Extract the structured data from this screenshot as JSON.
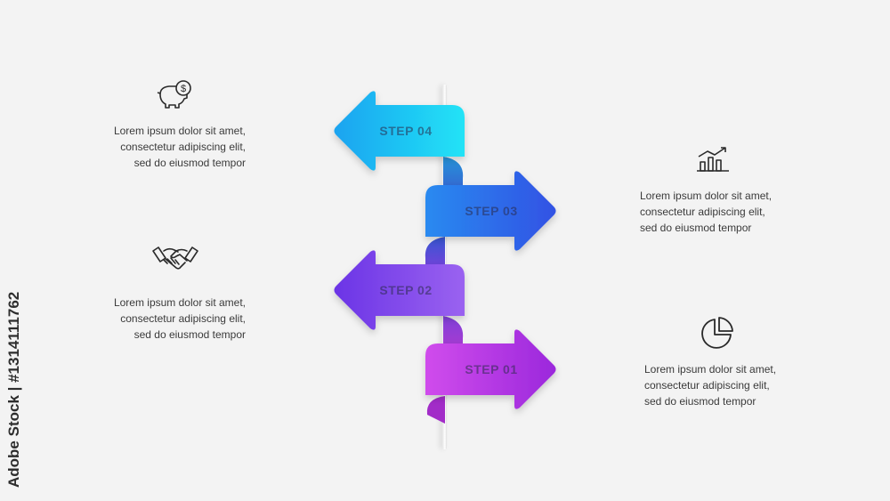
{
  "steps": [
    {
      "label": "STEP 04",
      "icon": "piggy-bank-icon",
      "text": [
        "Lorem ipsum dolor sit amet,",
        "consectetur adipiscing elit,",
        "sed do eiusmod tempor"
      ],
      "color_start": "#1aa3f0",
      "color_end": "#22e3f6"
    },
    {
      "label": "STEP 03",
      "icon": "bar-chart-growth-icon",
      "text": [
        "Lorem ipsum dolor sit amet,",
        "consectetur adipiscing elit,",
        "sed do eiusmod tempor"
      ],
      "color_start": "#2a75ee",
      "color_end": "#3157e6"
    },
    {
      "label": "STEP 02",
      "icon": "handshake-icon",
      "text": [
        "Lorem ipsum dolor sit amet,",
        "consectetur adipiscing elit,",
        "sed do eiusmod tempor"
      ],
      "color_start": "#7a3be8",
      "color_end": "#8f5cf0"
    },
    {
      "label": "STEP 01",
      "icon": "pie-chart-icon",
      "text": [
        "Lorem ipsum dolor sit amet,",
        "consectetur adipiscing elit,",
        "sed do eiusmod tempor"
      ],
      "color_start": "#c23ae8",
      "color_end": "#a52de0"
    }
  ],
  "watermark": {
    "side_text": "Adobe Stock | #1314111762"
  }
}
